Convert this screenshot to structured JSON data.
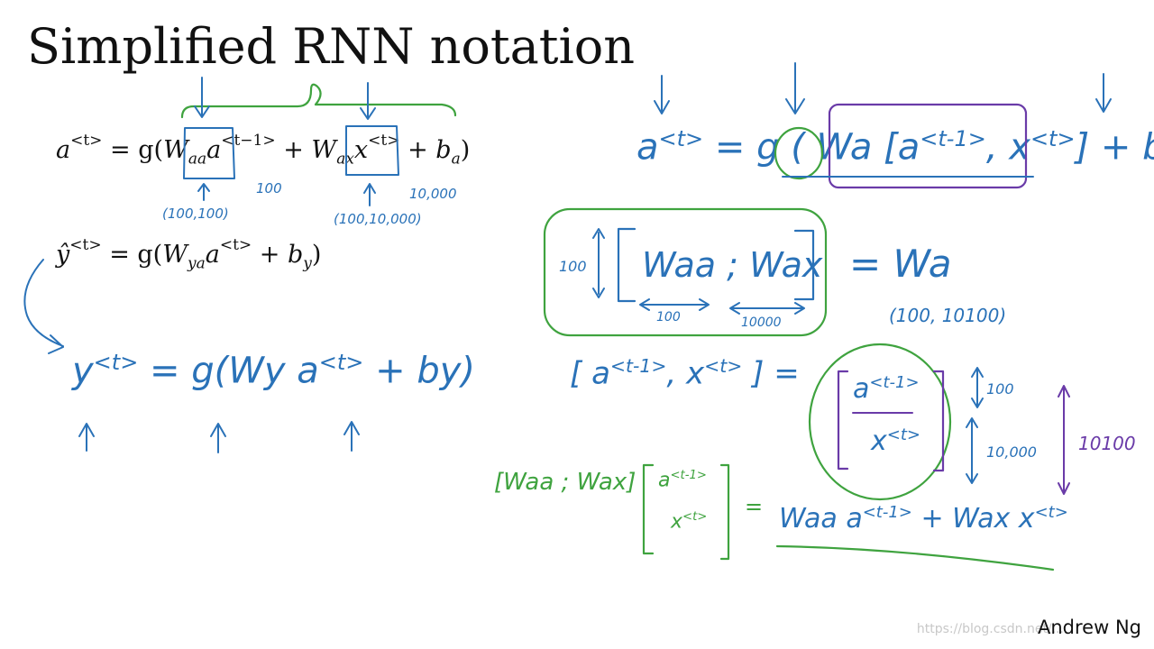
{
  "slide": {
    "title": "Simplified RNN notation",
    "author": "Andrew Ng",
    "watermark": "https://blog.csdn.net/...",
    "equations": {
      "a_lhs": "a",
      "t_sup": "<t>",
      "eq": "= g(",
      "W": "W",
      "sub_aa": "aa",
      "a": "a",
      "tminus1_sup": "<t−1>",
      "plus": "+",
      "sub_ax": "ax",
      "x": "x",
      "b": "b",
      "sub_a": "a",
      "close": ")",
      "yhat": "ŷ",
      "sub_ya": "ya",
      "sub_y": "y",
      "eq_b": "= g("
    },
    "dims": {
      "waa_dim": "(100,100)",
      "a_dim": "100",
      "wax_dim": "(100,10,000)",
      "x_dim": "10,000"
    },
    "handwritten": {
      "a_eq": "a",
      "t_sup": "<t>",
      "eq_g": "= g (",
      "Wa": "Wa",
      "a_tm1": "a",
      "tm1_sup": "<t-1>",
      "comma": ",",
      "x": "x",
      "close_bracket": "]",
      "open_bracket": "[",
      "plus_ba": "+ ba",
      "close_paren": ")",
      "w_aa": "Waa",
      "semicolon": ";",
      "w_ax": "Wax",
      "eq_wa": "= Wa",
      "dim_100_left": "100",
      "dim_100_bottom": "100",
      "dim_10000_bottom": "10000",
      "wa_shape": "(100, 10100)",
      "stack_lhs": "[ a",
      "stack_sup1": "<t-1>",
      "stack_comma_x": ", x",
      "stack_sup2": "<t>",
      "stack_close": "] =",
      "stack_a": "a",
      "stack_x": "x",
      "d100": "100",
      "d10000": "10,000",
      "d10100": "10100",
      "y_lhs": "y",
      "y_sup": "<t>",
      "y_eq": "= g(",
      "Wy": "Wy",
      "y_a": "a",
      "y_a_sup": "<t>",
      "y_plus_by": "+ by",
      "y_close": ")",
      "bottom_lhs": "[Waa ; Wax]",
      "bottom_a": "a",
      "bottom_a_sup": "<t-1>",
      "bottom_x": "x",
      "bottom_x_sup": "<t>",
      "bottom_eq": "=",
      "bottom_rhs": "Waa a",
      "bottom_rhs_sup": "<t-1>",
      "bottom_plus": "+ Wax x",
      "bottom_plus_sup": "<t>"
    },
    "colors": {
      "ink_blue": "#2A72B8",
      "ink_green": "#3FA33F",
      "ink_purple": "#6A3BA8",
      "text": "#111111"
    }
  }
}
